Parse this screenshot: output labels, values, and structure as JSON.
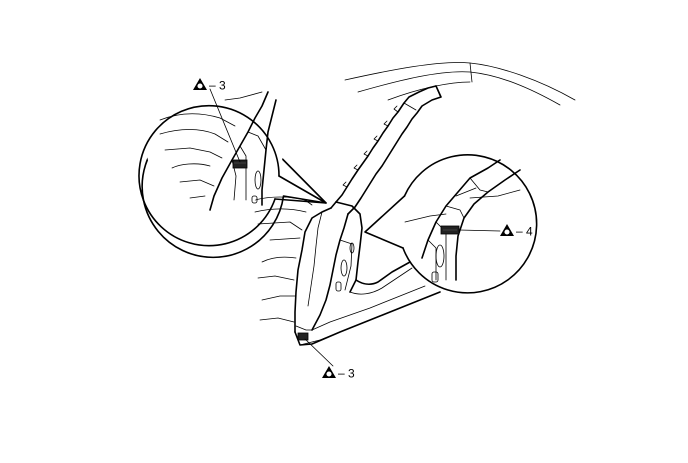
{
  "callouts": {
    "upper_left": {
      "value": "3"
    },
    "right": {
      "value": "4"
    },
    "bottom": {
      "value": "3"
    }
  },
  "symbol_icon": "triangle-with-circle-weld-symbol",
  "colors": {
    "line": "#000000",
    "background": "#ffffff",
    "weld_fill": "#222222"
  }
}
